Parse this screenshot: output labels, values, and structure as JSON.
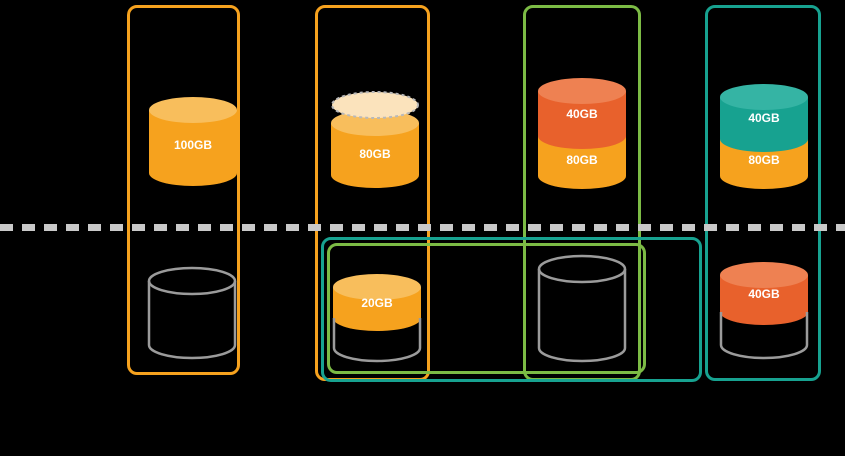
{
  "diagram": {
    "background": "#000000",
    "divider": {
      "style": "dashed",
      "color": "#C9C9C9"
    },
    "colors": {
      "orange": "#F6A21E",
      "orange_light": "#F8BE5C",
      "orange_pale": "#FBE3BC",
      "ghost_stroke": "#B9B9B9",
      "red": "#E8612C",
      "red_light": "#EE8152",
      "green": "#7CBB45",
      "teal": "#17A290",
      "teal_light": "#35B4A4",
      "gray": "#9B9B9B",
      "label_text": "#FFFFFF"
    },
    "columns": [
      {
        "name": "column-1",
        "border": "#F6A21E",
        "volume": {
          "segments": [
            {
              "size": "100GB",
              "color": "#F6A21E"
            }
          ]
        },
        "snapshot": {
          "empty": true,
          "segments": []
        }
      },
      {
        "name": "column-2",
        "border": "#F6A21E",
        "volume": {
          "removed_top": true,
          "segments": [
            {
              "size": "80GB",
              "color": "#F6A21E"
            }
          ]
        },
        "snapshot": {
          "empty": false,
          "segments": [
            {
              "size": "20GB",
              "color": "#F6A21E"
            }
          ]
        }
      },
      {
        "name": "column-3",
        "border": "#7CBB45",
        "volume": {
          "segments": [
            {
              "size": "40GB",
              "color": "#E8612C"
            },
            {
              "size": "80GB",
              "color": "#F6A21E"
            }
          ]
        },
        "snapshot": {
          "empty": true,
          "segments": []
        }
      },
      {
        "name": "column-4",
        "border": "#17A290",
        "volume": {
          "segments": [
            {
              "size": "40GB",
              "color": "#17A290"
            },
            {
              "size": "80GB",
              "color": "#F6A21E"
            }
          ]
        },
        "snapshot": {
          "empty": false,
          "segments": [
            {
              "size": "40GB",
              "color": "#E8612C"
            }
          ]
        }
      }
    ],
    "snapshot_groups": [
      {
        "name": "snapshot-group-teal",
        "color": "#17A290"
      },
      {
        "name": "snapshot-group-green",
        "color": "#7CBB45"
      }
    ]
  }
}
